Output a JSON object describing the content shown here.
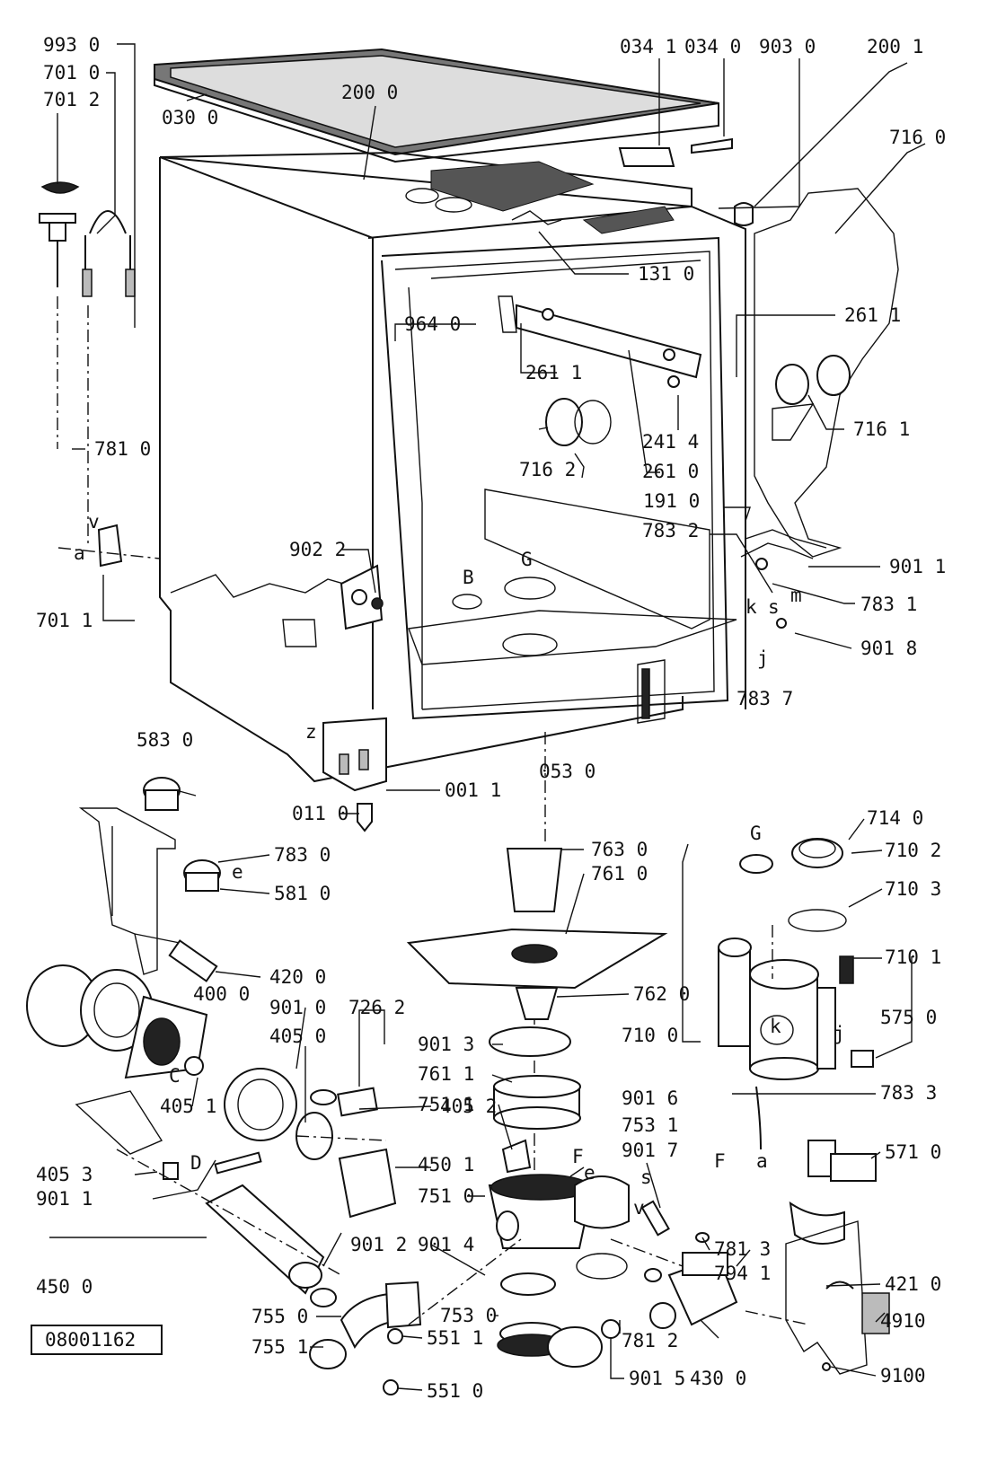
{
  "drawing_code": "08001162",
  "letters": [
    "a",
    "v",
    "z",
    "B",
    "G",
    "k",
    "s",
    "m",
    "j",
    "C",
    "D",
    "e",
    "F",
    "G",
    "k",
    "j",
    "a",
    "e",
    "v",
    "s",
    "F"
  ],
  "callouts": [
    "993 0",
    "701 0",
    "701 2",
    "030 0",
    "200 0",
    "034 1",
    "034 0",
    "903 0",
    "200 1",
    "716 0",
    "131 0",
    "964 0",
    "261 1",
    "261 1",
    "716 1",
    "241 4",
    "716 2",
    "261 0",
    "191 0",
    "781 0",
    "783 2",
    "901 1",
    "783 1",
    "901 8",
    "783 7",
    "902 2",
    "701 1",
    "583 0",
    "053 0",
    "001 1",
    "011 0",
    "763 0",
    "761 0",
    "783 0",
    "581 0",
    "420 0",
    "400 0",
    "901 0",
    "726 2",
    "405 0",
    "762 0",
    "901 3",
    "761 1",
    "751 1",
    "405 2",
    "405 1",
    "450 1",
    "405 3",
    "901 1",
    "751 0",
    "901 6",
    "753 1",
    "901 7",
    "901 4",
    "901 2",
    "450 0",
    "755 0",
    "755 1",
    "551 1",
    "551 0",
    "753 0",
    "781 2",
    "901 5",
    "781 3",
    "794 1",
    "430 0",
    "714 0",
    "710 2",
    "710 3",
    "710 1",
    "575 0",
    "710 0",
    "783 3",
    "571 0",
    "421 0",
    "4910",
    "9100"
  ]
}
